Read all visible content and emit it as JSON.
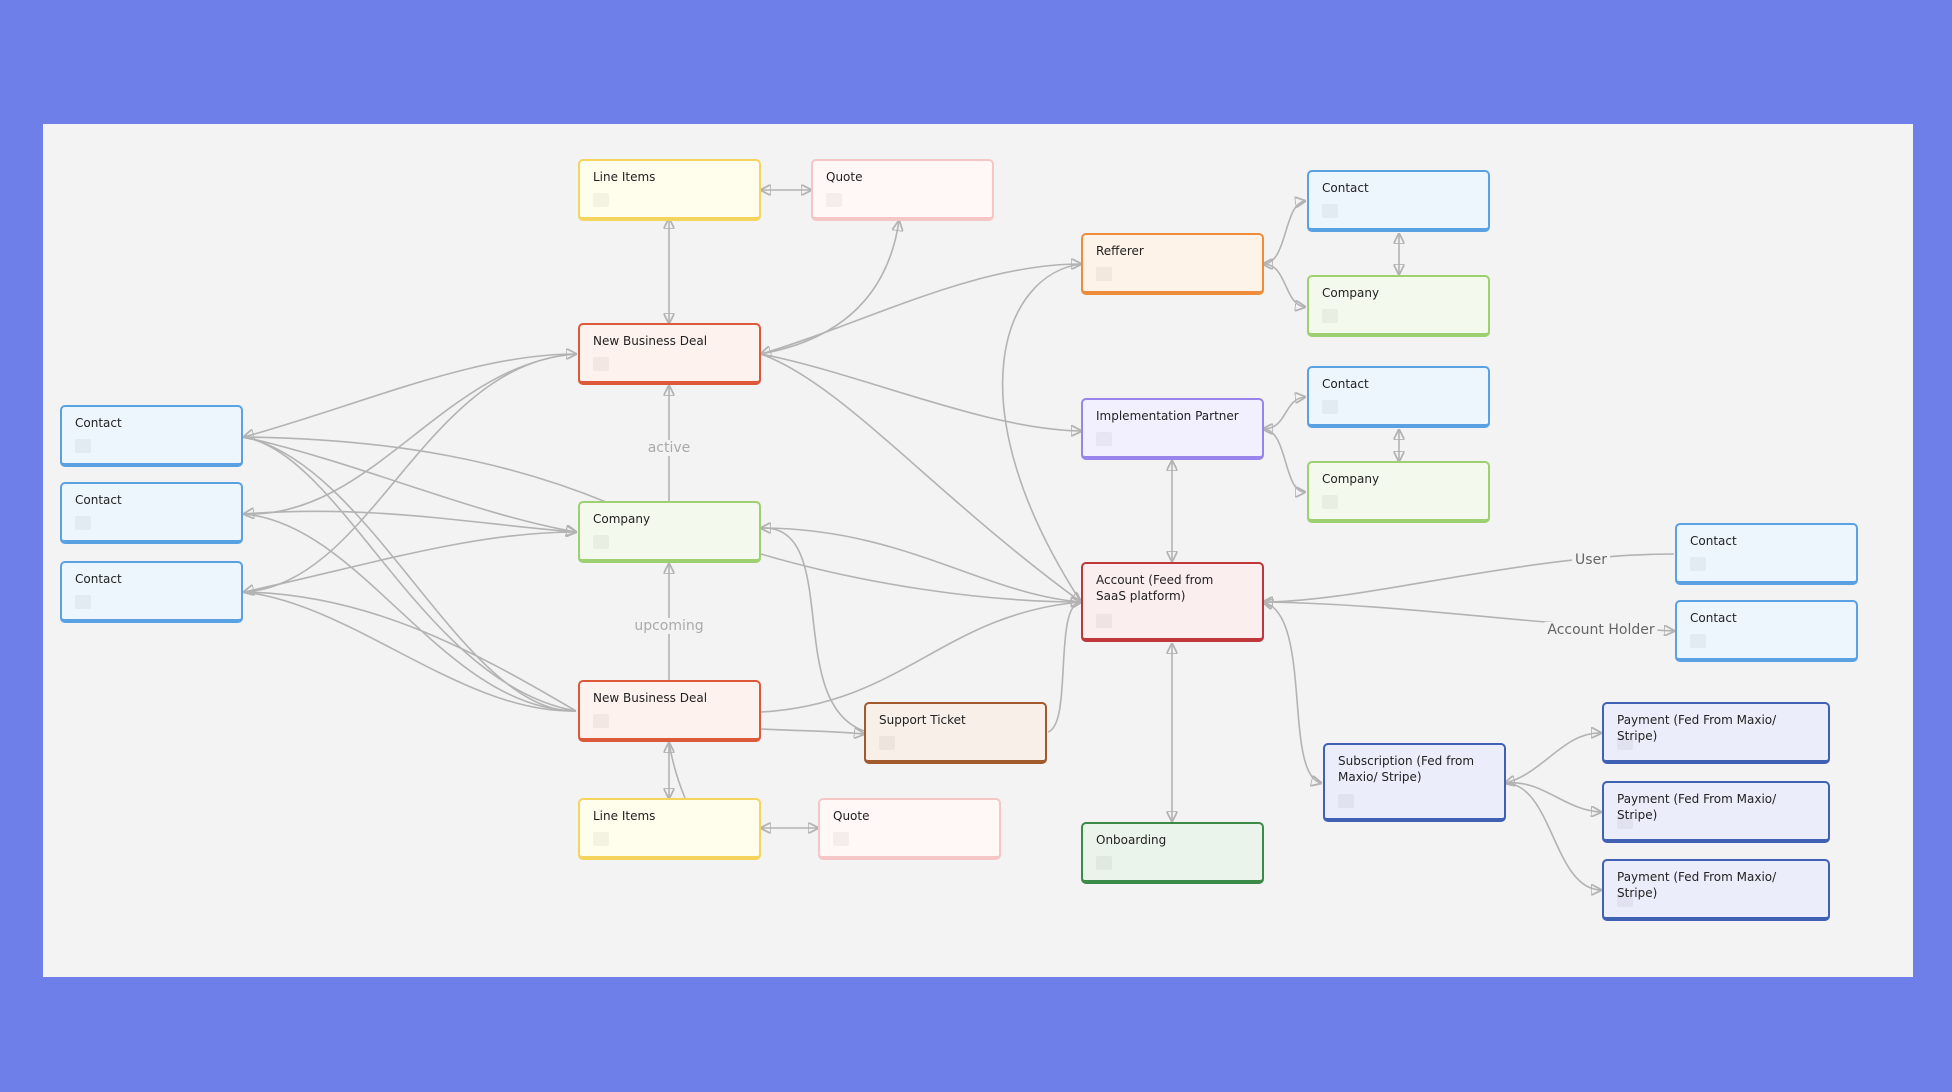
{
  "nodes": {
    "line_items_top": "Line Items",
    "quote_top": "Quote",
    "deal_top": "New Business Deal",
    "company_main": "Company",
    "deal_bottom": "New Business Deal",
    "line_items_bottom": "Line Items",
    "quote_bottom": "Quote",
    "support_ticket": "Support Ticket",
    "contact_left_1": "Contact",
    "contact_left_2": "Contact",
    "contact_left_3": "Contact",
    "refferer": "Refferer",
    "refferer_contact": "Contact",
    "refferer_company": "Company",
    "implementation_partner": "Implementation Partner",
    "impl_contact": "Contact",
    "impl_company": "Company",
    "account": "Account (Feed from SaaS platform)",
    "onboarding": "Onboarding",
    "user_contact": "Contact",
    "holder_contact": "Contact",
    "subscription": "Subscription (Fed from Maxio/ Stripe)",
    "payment_1": "Payment (Fed From Maxio/ Stripe)",
    "payment_2": "Payment (Fed From Maxio/ Stripe)",
    "payment_3": "Payment (Fed From Maxio/ Stripe)"
  },
  "edge_labels": {
    "active": "active",
    "upcoming": "upcoming",
    "user": "User",
    "account_holder": "Account Holder"
  },
  "colors": {
    "background": "#6e7fea",
    "canvas": "#f3f3f3",
    "edge": "#b3b3b3"
  }
}
